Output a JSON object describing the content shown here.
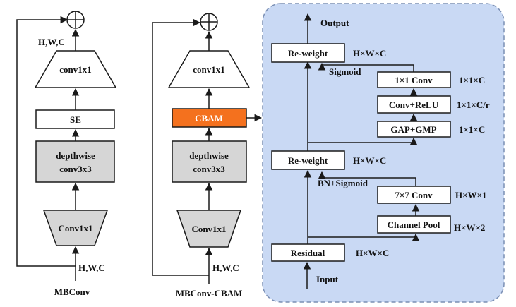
{
  "colors": {
    "panel_fill": "#c9d9f4",
    "panel_border": "#7a8fb4",
    "cbam_fill": "#f4711e",
    "gray_block": "#d6d6d6",
    "line": "#1a1a1a"
  },
  "mbconv": {
    "caption": "MBConv",
    "input_label": "H,W,C",
    "output_label": "H,W,C",
    "conv_out": "conv1x1",
    "se": "SE",
    "depthwise_line1": "depthwise",
    "depthwise_line2": "conv3x3",
    "conv_in": "Conv1x1"
  },
  "mbconv_cbam": {
    "caption": "MBConv-CBAM",
    "input_label": "H,W,C",
    "conv_out": "conv1x1",
    "cbam": "CBAM",
    "depthwise_line1": "depthwise",
    "depthwise_line2": "conv3x3",
    "conv_in": "Conv1x1"
  },
  "cbam_detail": {
    "output": "Output",
    "input": "Input",
    "reweight_top": "Re-weight",
    "reweight_top_dim": "H×W×C",
    "sigmoid": "Sigmoid",
    "conv1x1": "1×1 Conv",
    "conv1x1_dim": "1×1×C",
    "conv_relu": "Conv+ReLU",
    "conv_relu_dim": "1×1×C/r",
    "gap_gmp": "GAP+GMP",
    "gap_gmp_dim": "1×1×C",
    "reweight_mid": "Re-weight",
    "reweight_mid_dim": "H×W×C",
    "bn_sigmoid": "BN+Sigmoid",
    "conv7x7": "7×7 Conv",
    "conv7x7_dim": "H×W×1",
    "channel_pool": "Channel Pool",
    "channel_pool_dim": "H×W×2",
    "residual": "Residual",
    "residual_dim": "H×W×C"
  }
}
